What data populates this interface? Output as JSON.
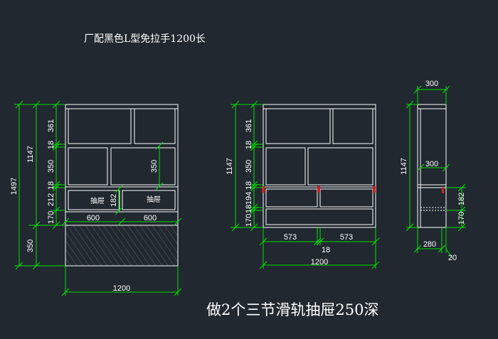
{
  "header": {
    "title": "厂配黑色L型免拉手1200长"
  },
  "footer": {
    "note": "做2个三节滑轨抽屉250深"
  },
  "colors": {
    "background": "#212830",
    "dimension": "#00e000",
    "outline": "#ffffff",
    "handle": "#cc2222"
  },
  "left_view": {
    "total_height": "1497",
    "upper_height": "1147",
    "base_height": "350",
    "segments": [
      "361",
      "18",
      "350",
      "18",
      "212",
      "170"
    ],
    "inner_dim": "350",
    "drawer_dim": "182",
    "drawer_label_1": "抽屉",
    "drawer_label_2": "抽屉",
    "drawer_width_1": "600",
    "drawer_width_2": "600",
    "total_width": "1200"
  },
  "middle_view": {
    "upper_height": "1147",
    "segments": [
      "361",
      "18",
      "350",
      "18",
      "194",
      "18",
      "170"
    ],
    "drawer_width_1": "573",
    "drawer_width_2": "573",
    "gap": "18",
    "total_width": "1200"
  },
  "side_view": {
    "depth_top": "300",
    "height": "1147",
    "depth_mid": "300",
    "drawer_height": "182",
    "bottom_height": "170",
    "drawer_depth": "280",
    "offset": "20"
  }
}
